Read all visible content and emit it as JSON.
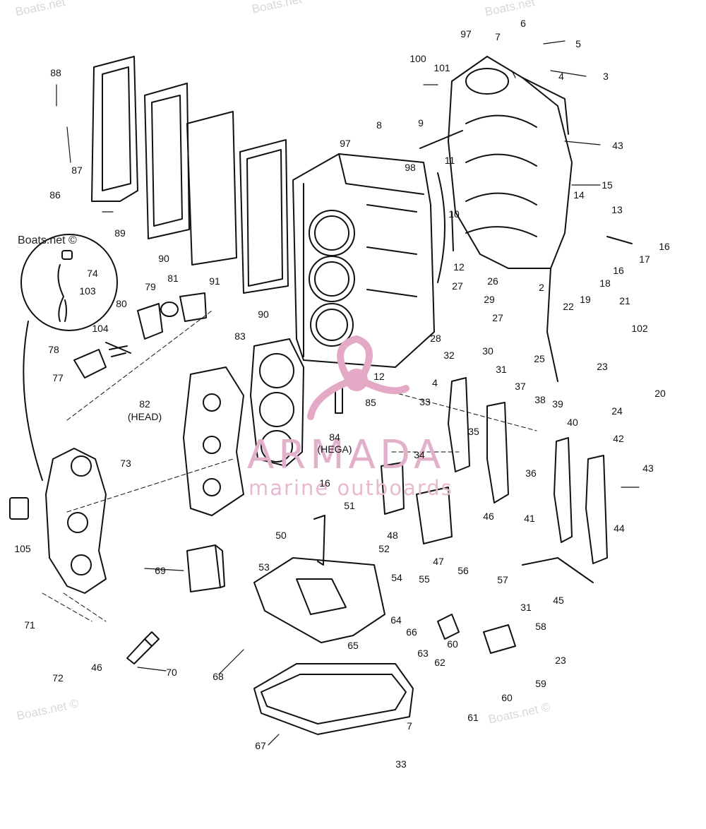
{
  "watermark": {
    "site": "Boats.net",
    "site_symbol": "Boats.net ©"
  },
  "brand": {
    "name": "ARMADA",
    "tagline": "marine outboards",
    "color": "#e3a9c5"
  },
  "callouts": {
    "c3": "3",
    "c4": "4",
    "c5": "5",
    "c6": "6",
    "c7": "7",
    "c8": "8",
    "c9": "9",
    "c10": "10",
    "c11": "11",
    "c12": "12",
    "c13": "13",
    "c14": "14",
    "c15": "15",
    "c16": "16",
    "c17": "17",
    "c18": "18",
    "c19": "19",
    "c20": "20",
    "c21": "21",
    "c22": "22",
    "c23": "23",
    "c24": "24",
    "c25": "25",
    "c26": "26",
    "c27": "27",
    "c28": "28",
    "c29": "29",
    "c30": "30",
    "c31": "31",
    "c32": "32",
    "c33": "33",
    "c34": "34",
    "c35": "35",
    "c36": "36",
    "c37": "37",
    "c38": "38",
    "c39": "39",
    "c40": "40",
    "c41": "41",
    "c42": "42",
    "c43": "43",
    "c44": "44",
    "c45": "45",
    "c46": "46",
    "c47": "47",
    "c48": "48",
    "c50": "50",
    "c51": "51",
    "c52": "52",
    "c53": "53",
    "c54": "54",
    "c55": "55",
    "c56": "56",
    "c57": "57",
    "c58": "58",
    "c59": "59",
    "c60": "60",
    "c61": "61",
    "c62": "62",
    "c63": "63",
    "c64": "64",
    "c65": "65",
    "c66": "66",
    "c67": "67",
    "c68": "68",
    "c69": "69",
    "c70": "70",
    "c71": "71",
    "c72": "72",
    "c73": "73",
    "c74": "74",
    "c77": "77",
    "c78": "78",
    "c79": "79",
    "c80": "80",
    "c81": "81",
    "c82": "82",
    "c82b": "(HEAD)",
    "c83": "83",
    "c84": "84",
    "c84b": "(HEGA)",
    "c85": "85",
    "c86": "86",
    "c87": "87",
    "c88": "88",
    "c89": "89",
    "c90": "90",
    "c91": "91",
    "c97": "97",
    "c98": "98",
    "c100": "100",
    "c101": "101",
    "c102": "102",
    "c103": "103",
    "c104": "104",
    "c105": "105",
    "c2": "2"
  }
}
